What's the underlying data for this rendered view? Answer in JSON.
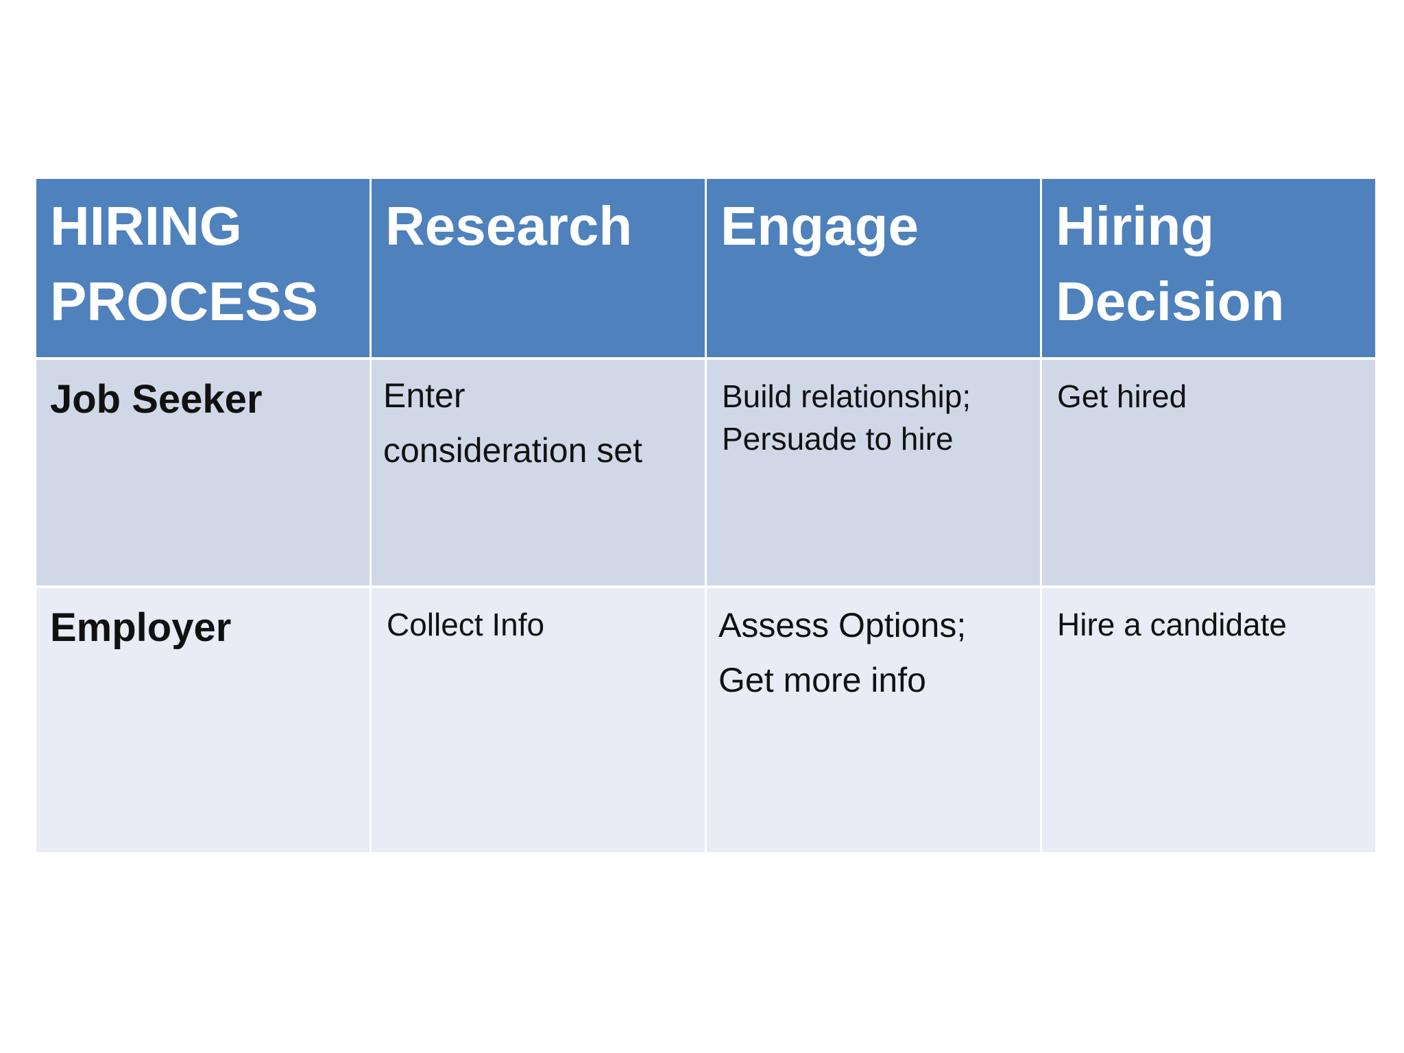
{
  "table": {
    "header": {
      "corner_lines": [
        "HIRING",
        "PROCESS"
      ],
      "research": "Research",
      "engage": "Engage",
      "decision_lines": [
        "Hiring",
        "Decision"
      ]
    },
    "rows": [
      {
        "label": "Job Seeker",
        "research_lines": [
          "Enter",
          "consideration set"
        ],
        "engage_lines": [
          "Build relationship;",
          "Persuade to hire"
        ],
        "decision": "Get hired"
      },
      {
        "label": "Employer",
        "research": "Collect Info",
        "engage_lines": [
          "Assess Options;",
          "Get more info"
        ],
        "decision": "Hire a candidate"
      }
    ],
    "colors": {
      "header": "#4f81bd",
      "row_odd": "#d0d8e8",
      "row_even": "#e9ebf5"
    }
  }
}
